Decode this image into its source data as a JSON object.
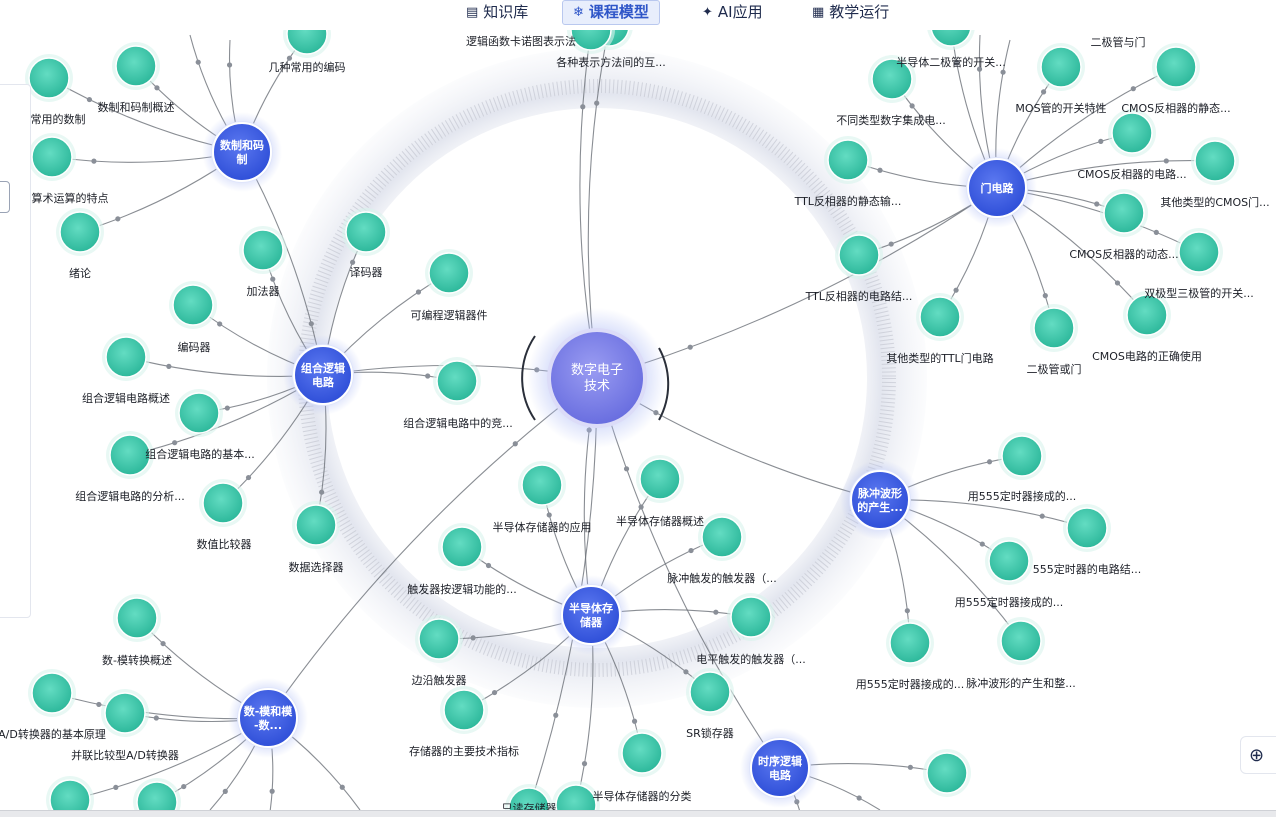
{
  "nav": {
    "tabs": [
      {
        "label": "知识库",
        "icon": "book-icon",
        "glyph": "▤",
        "active": false
      },
      {
        "label": "课程模型",
        "icon": "snowflake-icon",
        "glyph": "❄",
        "active": true
      },
      {
        "label": "AI应用",
        "icon": "sparkle-icon",
        "glyph": "✦",
        "active": false
      },
      {
        "label": "教学运行",
        "icon": "grid-icon",
        "glyph": "▦",
        "active": false
      }
    ]
  },
  "graph": {
    "center": {
      "label": "数字电子\n技术"
    },
    "hubs": [
      {
        "id": "shuzhi",
        "label": "数制和码\n制"
      },
      {
        "id": "menlu",
        "label": "门电路"
      },
      {
        "id": "zuhe",
        "label": "组合逻辑\n电路"
      },
      {
        "id": "maichong",
        "label": "脉冲波形\n的产生..."
      },
      {
        "id": "bandaoti",
        "label": "半导体存\n储器"
      },
      {
        "id": "shumo",
        "label": "数-模和模\n-数..."
      },
      {
        "id": "shixu",
        "label": "时序逻辑\n电路"
      }
    ],
    "leaves": [
      {
        "hub": "shuzhi",
        "label": "几种常用的编码"
      },
      {
        "hub": "shuzhi",
        "label": "数制和码制概述"
      },
      {
        "hub": "shuzhi",
        "label": "常用的数制"
      },
      {
        "hub": "shuzhi",
        "label": "算术运算的特点"
      },
      {
        "hub": "shuzhi",
        "label": "绪论"
      },
      {
        "hub": "zuhe",
        "label": "译码器"
      },
      {
        "hub": "zuhe",
        "label": "加法器"
      },
      {
        "hub": "zuhe",
        "label": "可编程逻辑器件"
      },
      {
        "hub": "zuhe",
        "label": "编码器"
      },
      {
        "hub": "zuhe",
        "label": "组合逻辑电路概述"
      },
      {
        "hub": "zuhe",
        "label": "组合逻辑电路的基本..."
      },
      {
        "hub": "zuhe",
        "label": "组合逻辑电路的分析..."
      },
      {
        "hub": "zuhe",
        "label": "数值比较器"
      },
      {
        "hub": "zuhe",
        "label": "数据选择器"
      },
      {
        "hub": "zuhe",
        "label": "组合逻辑电路中的竞..."
      },
      {
        "hub": "center",
        "label": "逻辑函数卡诺图表示法"
      },
      {
        "hub": "center",
        "label": "各种表示方法间的互..."
      },
      {
        "hub": "menlu",
        "label": "二极管与门"
      },
      {
        "hub": "menlu",
        "label": "半导体二极管的开关..."
      },
      {
        "hub": "menlu",
        "label": "MOS管的开关特性"
      },
      {
        "hub": "menlu",
        "label": "CMOS反相器的静态..."
      },
      {
        "hub": "menlu",
        "label": "不同类型数字集成电..."
      },
      {
        "hub": "menlu",
        "label": "CMOS反相器的电路..."
      },
      {
        "hub": "menlu",
        "label": "TTL反相器的静态输..."
      },
      {
        "hub": "menlu",
        "label": "其他类型的CMOS门..."
      },
      {
        "hub": "menlu",
        "label": "CMOS反相器的动态..."
      },
      {
        "hub": "menlu",
        "label": "TTL反相器的电路结..."
      },
      {
        "hub": "menlu",
        "label": "双极型三极管的开关..."
      },
      {
        "hub": "menlu",
        "label": "其他类型的TTL门电路"
      },
      {
        "hub": "menlu",
        "label": "二极管或门"
      },
      {
        "hub": "menlu",
        "label": "CMOS电路的正确使用"
      },
      {
        "hub": "maichong",
        "label": "用555定时器接成的..."
      },
      {
        "hub": "maichong",
        "label": "555定时器的电路结..."
      },
      {
        "hub": "maichong",
        "label": "用555定时器接成的..."
      },
      {
        "hub": "maichong",
        "label": "用555定时器接成的..."
      },
      {
        "hub": "maichong",
        "label": "脉冲波形的产生和整..."
      },
      {
        "hub": "bandaoti",
        "label": "半导体存储器的应用"
      },
      {
        "hub": "bandaoti",
        "label": "半导体存储器概述"
      },
      {
        "hub": "bandaoti",
        "label": "脉冲触发的触发器（..."
      },
      {
        "hub": "bandaoti",
        "label": "触发器按逻辑功能的..."
      },
      {
        "hub": "bandaoti",
        "label": "电平触发的触发器（..."
      },
      {
        "hub": "bandaoti",
        "label": "边沿触发器"
      },
      {
        "hub": "bandaoti",
        "label": "SR锁存器"
      },
      {
        "hub": "bandaoti",
        "label": "存储器的主要技术指标"
      },
      {
        "hub": "bandaoti",
        "label": "半导体存储器的分类"
      },
      {
        "hub": "bandaoti",
        "label": "只读存储器"
      },
      {
        "hub": "shumo",
        "label": "数-模转换概述"
      },
      {
        "hub": "shumo",
        "label": "A/D转换器的基本原理"
      },
      {
        "hub": "shumo",
        "label": "并联比较型A/D转换器"
      }
    ]
  },
  "colors": {
    "hub": "#2f4fd8",
    "center": "#6a6fe0",
    "leaf": "#2db89b",
    "edge": "#6b7078",
    "label": "#1c1f27",
    "tab_active": "#2f56c8"
  }
}
